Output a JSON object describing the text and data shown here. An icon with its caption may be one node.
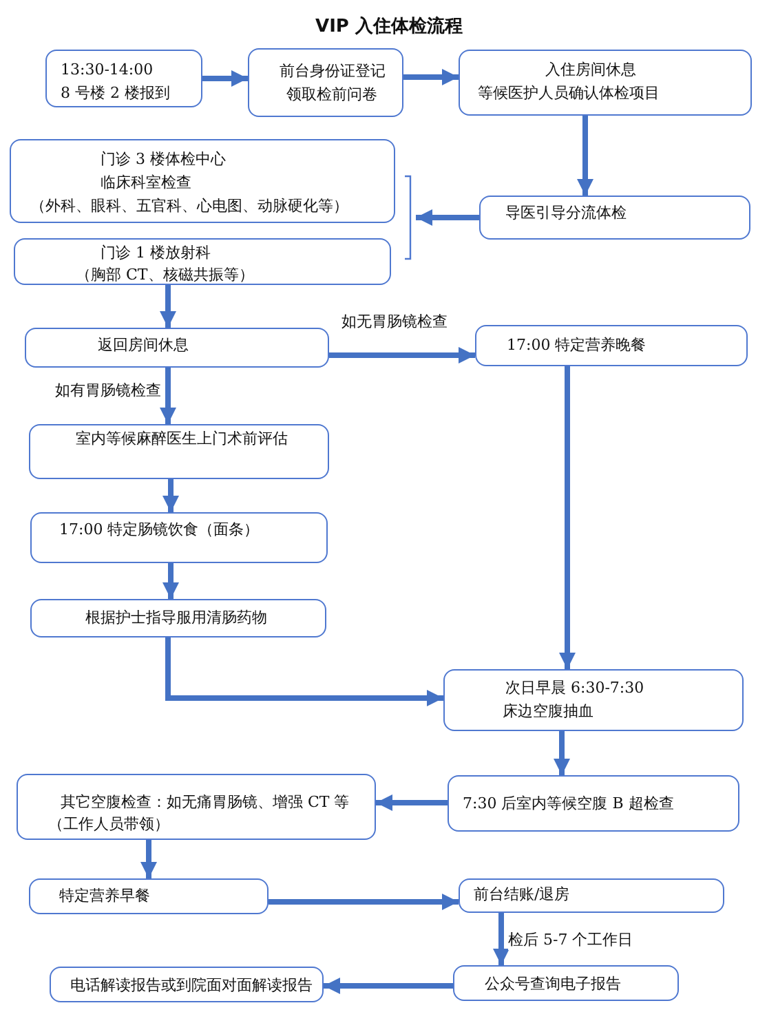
{
  "diagram": {
    "title": "VIP 入住体检流程",
    "nodes": [
      {
        "text": [
          "13:30-14:00",
          "8 号楼 2 楼报到"
        ]
      },
      {
        "text": [
          "前台身份证登记",
          "领取检前问卷"
        ]
      },
      {
        "text": [
          "入住房间休息",
          "等候医护人员确认体检项目"
        ]
      },
      {
        "text": [
          "导医引导分流体检"
        ]
      },
      {
        "text": [
          "门诊 3 楼体检中心",
          "临床科室检查",
          "（外科、眼科、五官科、心电图、动脉硬化等）"
        ]
      },
      {
        "text": [
          "门诊 1 楼放射科",
          "（胸部 CT、核磁共振等）"
        ]
      },
      {
        "text": [
          "返回房间休息"
        ]
      },
      {
        "text": [
          "17:00 特定营养晚餐"
        ]
      },
      {
        "text": [
          "室内等候麻醉医生上门术前评估"
        ]
      },
      {
        "text": [
          "17:00 特定肠镜饮食（面条）"
        ]
      },
      {
        "text": [
          "根据护士指导服用清肠药物"
        ]
      },
      {
        "text": [
          "次日早晨 6:30-7:30",
          "床边空腹抽血"
        ]
      },
      {
        "text": [
          "7:30 后室内等候空腹 B 超检查"
        ]
      },
      {
        "text": [
          "其它空腹检查：如无痛胃肠镜、增强 CT 等",
          "（工作人员带领）"
        ]
      },
      {
        "text": [
          "特定营养早餐"
        ]
      },
      {
        "text": [
          "前台结账/退房"
        ]
      },
      {
        "text": [
          "公众号查询电子报告"
        ]
      },
      {
        "text": [
          "电话解读报告或到院面对面解读报告"
        ]
      }
    ],
    "edges": [
      {
        "from": 0,
        "to": 1,
        "arrow": "to"
      },
      {
        "from": 1,
        "to": 2,
        "arrow": "to"
      },
      {
        "from": 2,
        "to": 3,
        "arrow": "to"
      },
      {
        "from": 3,
        "to": 4,
        "arrow": "to"
      },
      {
        "from": 3,
        "to": 5,
        "arrow": "to"
      },
      {
        "from": 5,
        "to": 6,
        "arrow": "to"
      },
      {
        "from": 6,
        "to": 7,
        "arrow": "to",
        "label": "如无胃肠镜检查"
      },
      {
        "from": 6,
        "to": 8,
        "arrow": "to",
        "label": "如有胃肠镜检查"
      },
      {
        "from": 8,
        "to": 9,
        "arrow": "to"
      },
      {
        "from": 9,
        "to": 10,
        "arrow": "to"
      },
      {
        "from": 10,
        "to": 11,
        "arrow": "to"
      },
      {
        "from": 7,
        "to": 11,
        "arrow": "to"
      },
      {
        "from": 11,
        "to": 12,
        "arrow": "to"
      },
      {
        "from": 12,
        "to": 13,
        "arrow": "to"
      },
      {
        "from": 13,
        "to": 14,
        "arrow": "to"
      },
      {
        "from": 14,
        "to": 15,
        "arrow": "to"
      },
      {
        "from": 15,
        "to": 16,
        "arrow": "to",
        "label": "检后 5-7 个工作日"
      },
      {
        "from": 16,
        "to": 17,
        "arrow": "to"
      }
    ]
  }
}
